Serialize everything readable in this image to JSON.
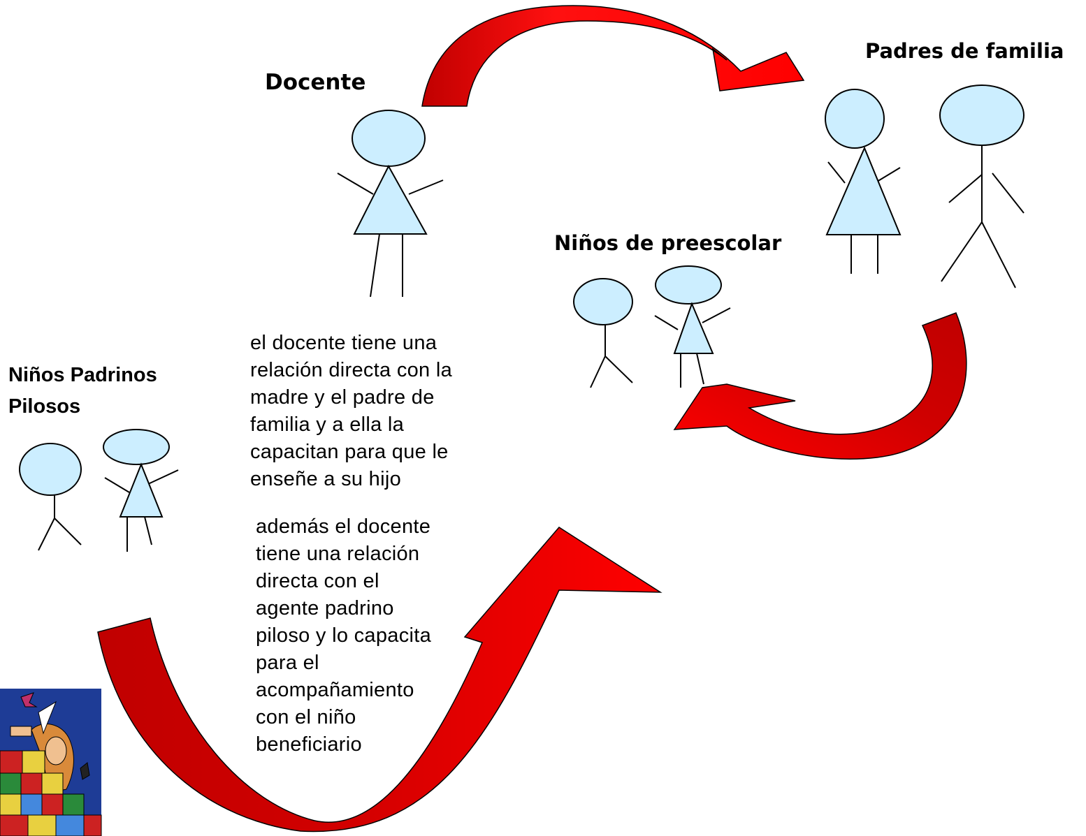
{
  "labels": {
    "docente": "Docente",
    "padres": "Padres de familia",
    "ninos_preescolar": "Niños de preescolar",
    "padrinos_line1": "Niños Padrinos",
    "padrinos_line2": "Pilosos"
  },
  "paragraph1": [
    "el docente tiene una",
    "relación directa con la",
    "madre y el padre de",
    "familia y a ella la",
    "capacitan para que le",
    "enseñe a  su hijo"
  ],
  "paragraph2": [
    "además el docente",
    "tiene una relación",
    "directa con el",
    "agente padrino",
    "piloso y lo capacita",
    "para el",
    "acompañamiento",
    "con el niño",
    "beneficiario"
  ],
  "colors": {
    "arrow_light": "#ff0000",
    "arrow_dark": "#c00000",
    "figure_fill": "#cceeff",
    "stroke": "#000000",
    "logo_blue": "#1e3c96"
  },
  "icons": {
    "arrow": "curved-arrow-icon",
    "person": "stick-figure-icon",
    "logo": "construyendo-logo"
  }
}
